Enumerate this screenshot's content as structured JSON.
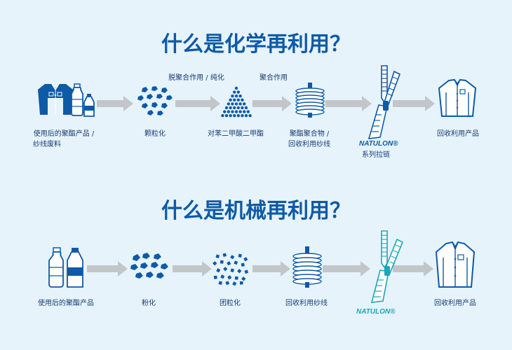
{
  "chemical": {
    "title": "什么是化学再利用？",
    "process_top_1": "脱聚合作用 / 纯化",
    "process_top_2": "聚合作用",
    "step1_line1": "使用后的聚酯产品 /",
    "step1_line2": "纱线废料",
    "step2": "颗粒化",
    "step3": "对苯二甲酸二甲酯",
    "step4_line1": "聚酯聚合物 /",
    "step4_line2": "回收利用纱线",
    "brand": "NATULON®",
    "step5": "系列拉链",
    "step6": "回收利用产品"
  },
  "mechanical": {
    "title": "什么是机械再利用？",
    "step1": "使用后的聚酯产品",
    "step2": "粉化",
    "step3": "团粒化",
    "step4": "回收利用纱线",
    "brand": "NATULON®",
    "step6": "回收利用产品"
  },
  "colors": {
    "primary": "#0d5aa7",
    "dark_text": "#1a3d73",
    "arrow": "#c3c6c9",
    "brand_teal": "#1aa7b6",
    "background": "#e6f3fb"
  },
  "icons": [
    "shirt-icon",
    "bottle-icon",
    "pellets-icon",
    "pyramid-icon",
    "spool-icon",
    "zipper-icon"
  ]
}
